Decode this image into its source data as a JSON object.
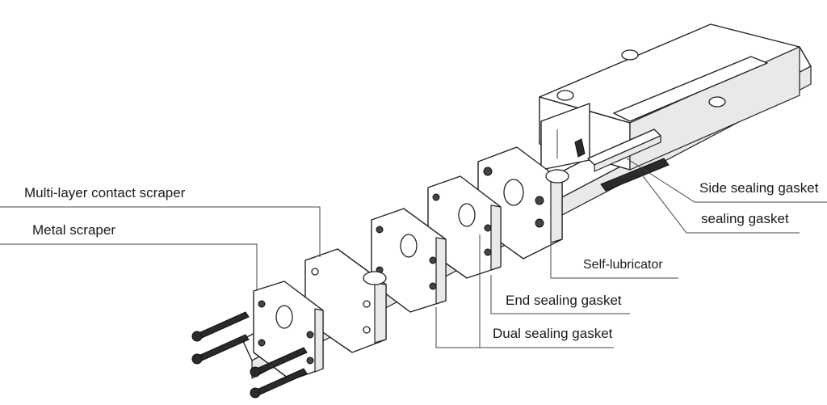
{
  "labels": {
    "multi_layer": "Multi-layer contact scraper",
    "metal": "Metal scraper",
    "side_sealing": "Side sealing gasket",
    "sealing": "sealing gasket",
    "self_lub": "Self-lubricator",
    "end_sealing": "End sealing gasket",
    "dual_sealing": "Dual sealing gasket"
  }
}
